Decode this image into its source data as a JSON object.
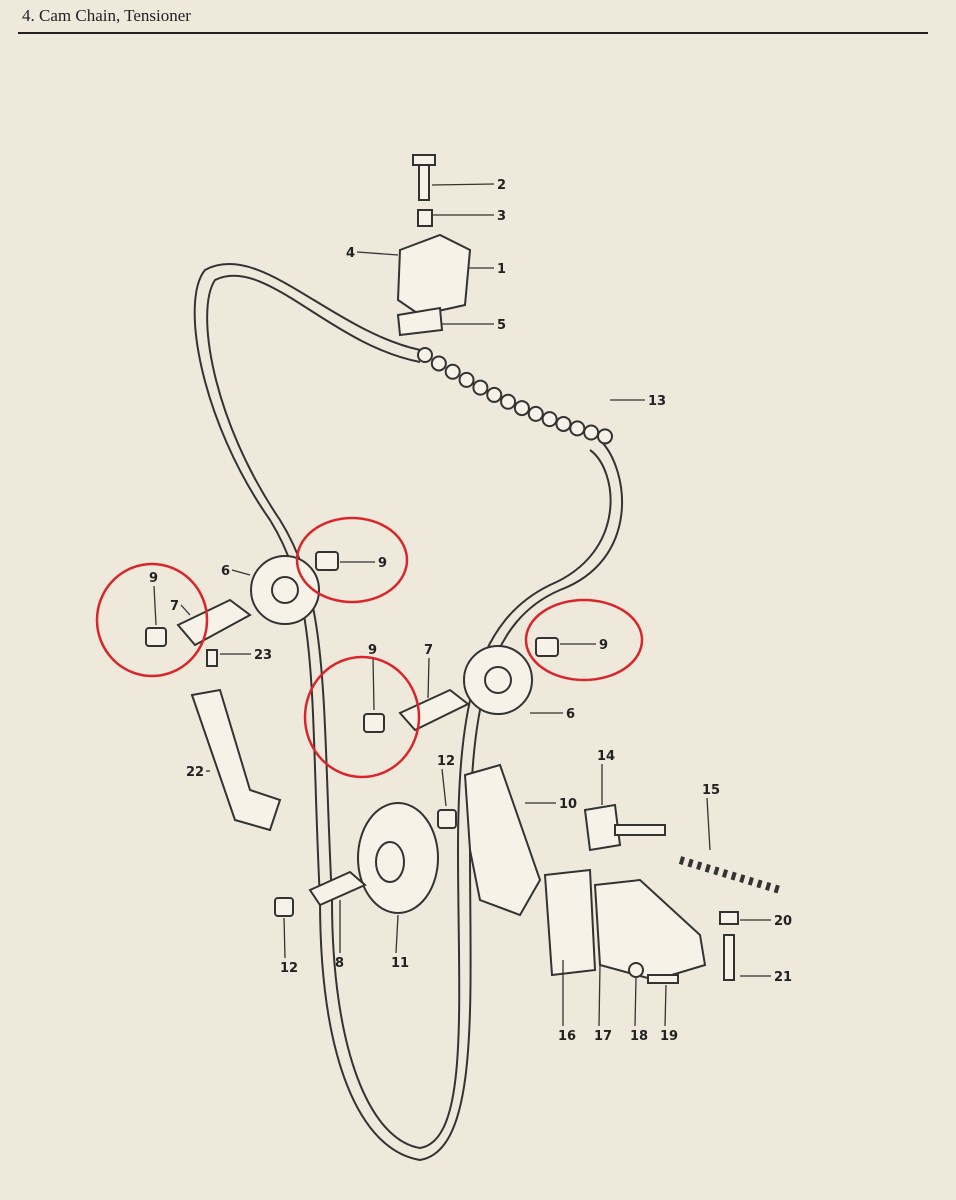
{
  "header": {
    "title": "4.  Cam Chain, Tensioner"
  },
  "diagram": {
    "labels": [
      "2",
      "3",
      "4",
      "1",
      "5",
      "13",
      "9",
      "6",
      "9",
      "7",
      "23",
      "9",
      "9",
      "7",
      "6",
      "22",
      "12",
      "10",
      "14",
      "15",
      "20",
      "21",
      "12",
      "8",
      "11",
      "16",
      "17",
      "18",
      "19"
    ],
    "highlight_color": "#d9262b",
    "highlighted_part": "9"
  }
}
